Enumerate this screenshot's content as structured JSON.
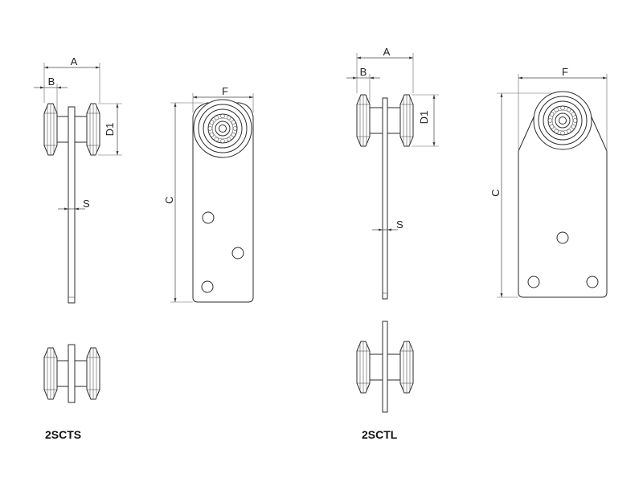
{
  "models": [
    {
      "name": "2SCTS",
      "dimensions": {
        "a": "A",
        "b": "B",
        "d1": "D1",
        "s": "S",
        "c": "C",
        "f": "F"
      }
    },
    {
      "name": "2SCTL",
      "dimensions": {
        "a": "A",
        "b": "B",
        "d1": "D1",
        "s": "S",
        "c": "C",
        "f": "F"
      }
    }
  ]
}
